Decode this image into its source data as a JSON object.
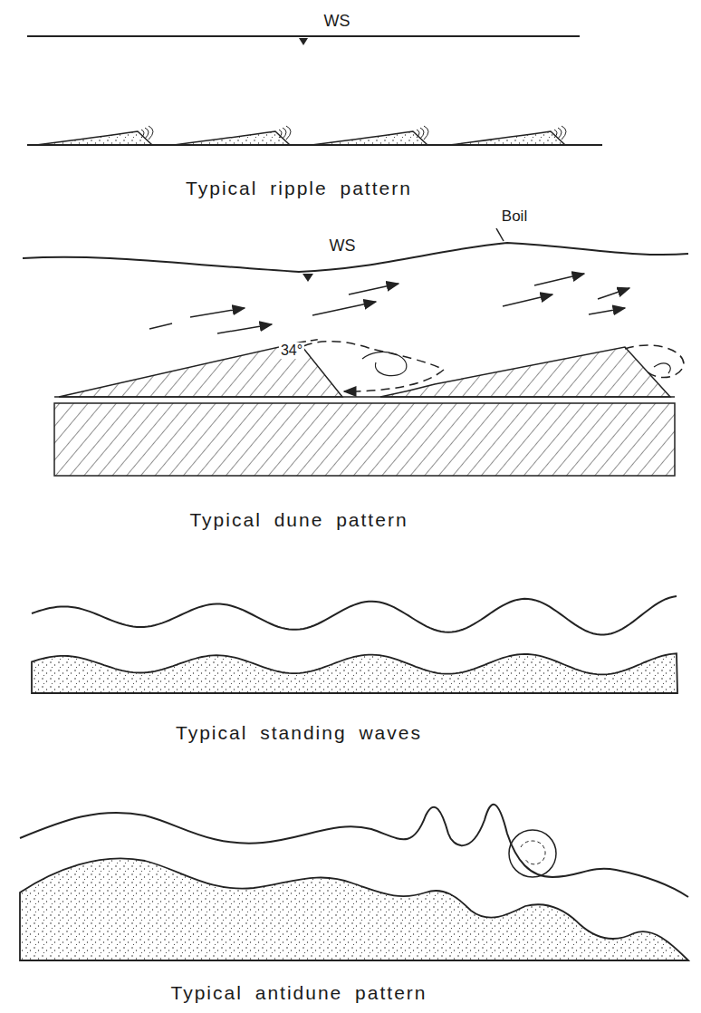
{
  "diagram": {
    "labels": [
      "WS",
      "Typical ripple pattern",
      "WS",
      "Boil",
      "34°",
      "Typical dune pattern",
      "Typical standing waves",
      "Typical antidune pattern"
    ]
  }
}
